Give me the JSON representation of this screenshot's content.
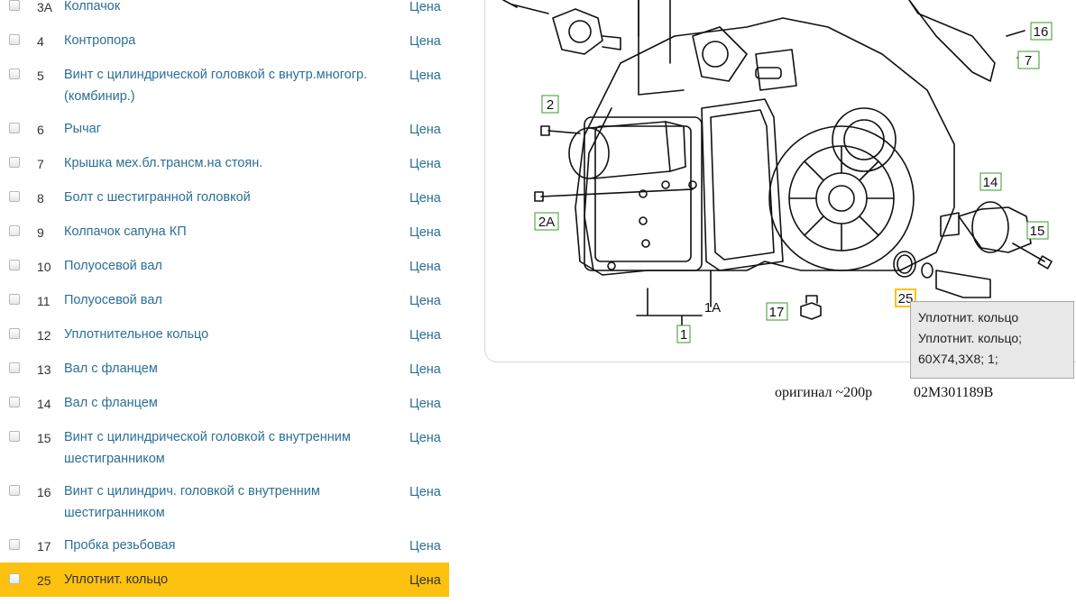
{
  "price_label": "Цена",
  "parts": [
    {
      "num": "3A",
      "name": "Колпачок",
      "lines": 1
    },
    {
      "num": "4",
      "name": "Контропора",
      "lines": 1
    },
    {
      "num": "5",
      "name": "Винт с цилиндрической головкой с внутр.многогр. (комбинир.)",
      "lines": 2
    },
    {
      "num": "6",
      "name": "Рычаг",
      "lines": 1
    },
    {
      "num": "7",
      "name": "Крышка мех.бл.трансм.на стоян.",
      "lines": 1
    },
    {
      "num": "8",
      "name": "Болт с шестигранной головкой",
      "lines": 1
    },
    {
      "num": "9",
      "name": "Колпачок сапуна КП",
      "lines": 1
    },
    {
      "num": "10",
      "name": "Полуосевой вал",
      "lines": 1
    },
    {
      "num": "11",
      "name": "Полуосевой вал",
      "lines": 1
    },
    {
      "num": "12",
      "name": "Уплотнительное кольцо",
      "lines": 1
    },
    {
      "num": "13",
      "name": "Вал с фланцем",
      "lines": 1
    },
    {
      "num": "14",
      "name": "Вал с фланцем",
      "lines": 1
    },
    {
      "num": "15",
      "name": "Винт с цилиндрической головкой с внутренним шестигранником",
      "lines": 2
    },
    {
      "num": "16",
      "name": "Винт с цилиндрич. головкой с внутренним шестигранником",
      "lines": 2
    },
    {
      "num": "17",
      "name": "Пробка резьбовая",
      "lines": 1
    },
    {
      "num": "25",
      "name": "Уплотнит. кольцо",
      "lines": 1,
      "highlighted": true
    }
  ],
  "diagram": {
    "callouts": [
      "2",
      "2A",
      "1",
      "1A",
      "17",
      "25",
      "14",
      "15",
      "16",
      "7"
    ],
    "highlight_color": "#fdc10f",
    "callout_color": "#3a9a2a"
  },
  "tooltip": {
    "line1": "Уплотнит. кольцо",
    "line2": "Уплотнит. кольцо;",
    "line3": "60X74,3X8; 1;"
  },
  "note": {
    "original": "оригинал ~200р",
    "part_number": "02M301189B"
  }
}
